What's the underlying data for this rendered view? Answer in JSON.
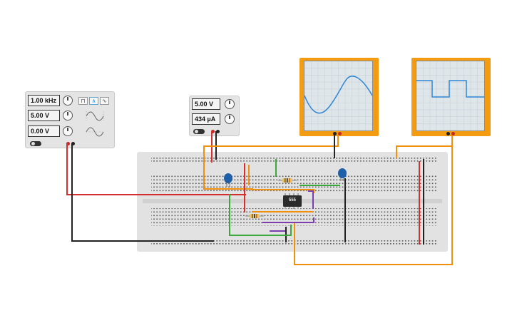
{
  "function_generator": {
    "frequency": "1.00 kHz",
    "amplitude": "5.00 V",
    "offset": "0.00 V",
    "waveforms": [
      "square-icon",
      "triangle-icon",
      "sine-icon"
    ],
    "active_waveform": "triangle-icon"
  },
  "power_supply": {
    "voltage": "5.00 V",
    "current": "434 µA"
  },
  "ic": {
    "label": "555"
  },
  "colors": {
    "wire_red": "#d32f2f",
    "wire_black": "#222222",
    "wire_orange": "#f0900f",
    "wire_green": "#3aa83a",
    "wire_purple": "#7b3fb0",
    "trace_blue": "#2e86d6",
    "scope_frame": "#f39c12"
  }
}
